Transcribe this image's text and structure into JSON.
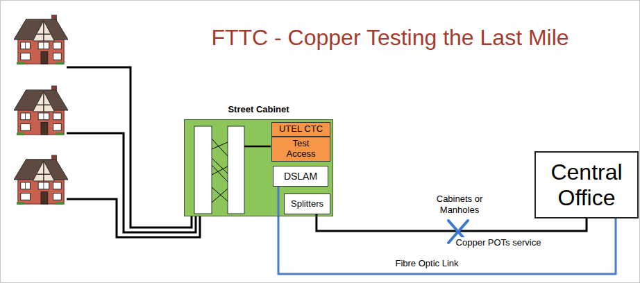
{
  "diagram": {
    "title": "FTTC - Copper Testing the Last Mile",
    "nodes": [
      {
        "text": [
          "Street Cabinet"
        ]
      },
      {
        "text": [
          "UTEL CTC"
        ],
        "in": 0
      },
      {
        "text": [
          "Test Access"
        ],
        "in": 0
      },
      {
        "text": [
          "DSLAM"
        ],
        "in": 0
      },
      {
        "text": [
          "Splitters"
        ],
        "in": 0
      },
      {
        "text": [
          "Central Office"
        ]
      }
    ],
    "edges": [
      {
        "from": 4,
        "to": 5,
        "arrow": "none",
        "label": "Copper POTs service"
      },
      {
        "from": 3,
        "to": 5,
        "arrow": "none",
        "label": "Fibre Optic Link"
      }
    ],
    "labels": [
      "Cabinets or Manholes"
    ]
  }
}
